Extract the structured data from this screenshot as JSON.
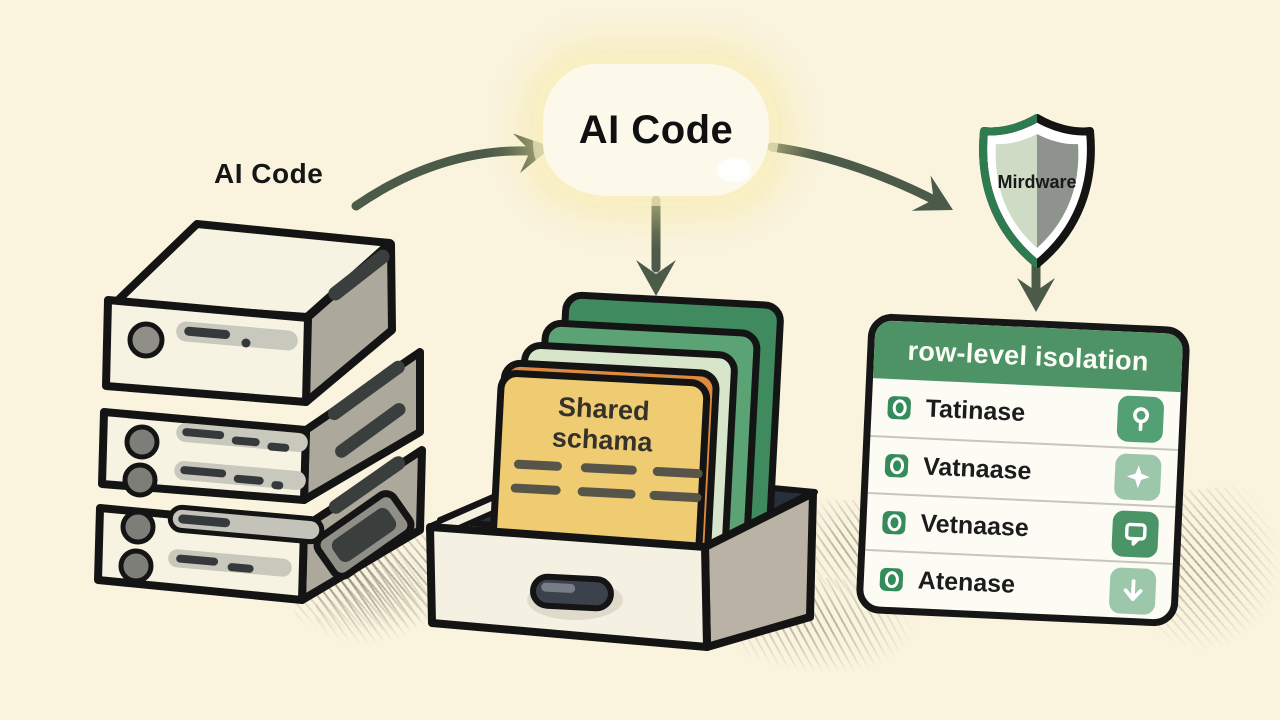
{
  "illustration": {
    "left_stack_label": "AI Code",
    "bubble_label": "AI Code",
    "shield_label": "Mirdware",
    "folder_label_line1": "Shared",
    "folder_label_line2": "schama"
  },
  "table": {
    "header": "row-level isolation",
    "rows": [
      {
        "name": "Tatinase",
        "left_icon": "database-bullet-icon",
        "right_icon": "pin-icon"
      },
      {
        "name": "Vatnaase",
        "left_icon": "database-bullet-icon",
        "right_icon": "move-star-icon"
      },
      {
        "name": "Vetnaase",
        "left_icon": "database-bullet-icon",
        "right_icon": "chat-bubble-icon"
      },
      {
        "name": "Atenase",
        "left_icon": "database-bullet-icon",
        "right_icon": "down-arrow-icon"
      }
    ]
  },
  "colors": {
    "background": "#FAF4DF",
    "outline": "#141414",
    "arrow": "#4C5A49",
    "table_header_bg": "#4E9365",
    "table_border": "#161616",
    "icon_green_dark": "#54A075",
    "icon_green_light": "#9CC7AB",
    "bullet_green": "#368B5B",
    "folder_yellow": "#EFCB72",
    "folder_orange": "#DE8A3F",
    "folder_pale_green": "#D7E5CB",
    "folder_green": "#5BA375",
    "folder_dark_green": "#3F8A5E",
    "server_front": "#F7F3E3",
    "server_side": "#ACA89B",
    "drawer_front": "#F5F1E2",
    "drawer_side": "#B9B2A5",
    "drawer_interior": "#272F3A",
    "shield_left_fill": "#CEDCC6",
    "shield_right_fill": "#8E938D",
    "shield_green_edge": "#2F7B50",
    "bubble_fill": "#FCF9EA",
    "bubble_glow": "#F6E7A0"
  }
}
